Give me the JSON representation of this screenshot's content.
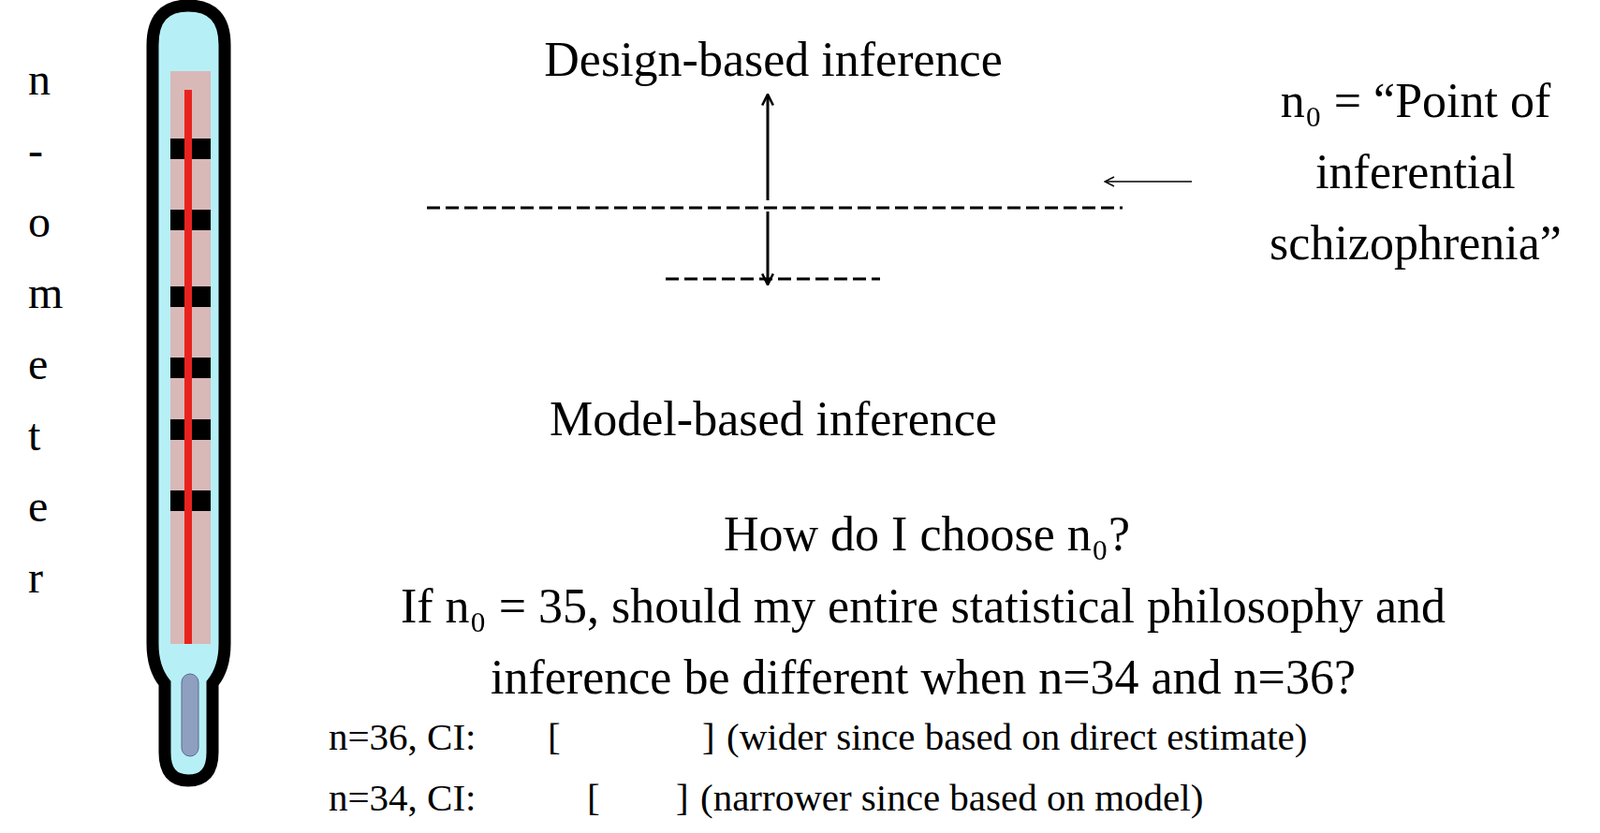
{
  "diagram": {
    "labels": [
      "n-ometer",
      "Design-based inference",
      "Model-based inference",
      "n₀ = “Point of inferential schizophrenia”",
      "How do I choose n₀?",
      "If n₀ = 35, should my entire statistical philosophy and inference be different when n=34 and n=36?",
      "n=36, CI:",
      "[",
      "]",
      "(wider since based on direct estimate)",
      "n=34, CI:",
      "[",
      "]",
      "(narrower since based on model)"
    ]
  }
}
